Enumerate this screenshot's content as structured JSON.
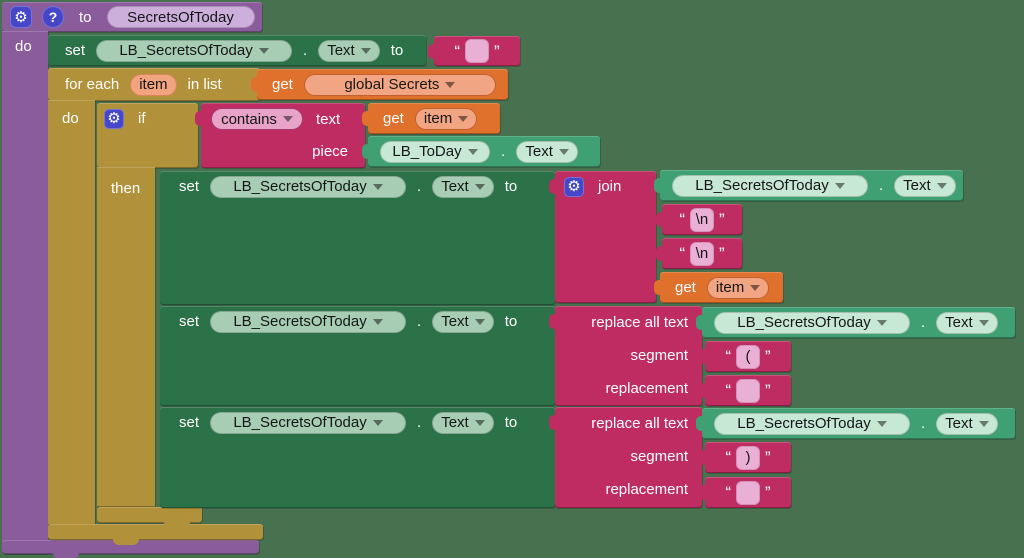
{
  "background_color": "#47714F",
  "colors": {
    "canvas": "#47714F",
    "procedure_purple": "#8A5C9B",
    "setter_green": "#2C7249",
    "getter_teal": "#3FA173",
    "control_gold": "#B2913B",
    "variable_orange": "#E0712C",
    "text_crimson": "#BE2C62",
    "mutator_indigo": "#4646C9"
  },
  "icons": {
    "gear": "⚙",
    "help": "?"
  },
  "punct": {
    "open_quote": "“",
    "close_quote": "”",
    "dot": "."
  },
  "procedure": {
    "kw": "to",
    "name": "SecretsOfToday",
    "do": "do"
  },
  "set_block": {
    "kw": "set",
    "component": "LB_SecretsOfToday",
    "property": "Text",
    "to": "to"
  },
  "foreach": {
    "kw1": "for each",
    "var": "item",
    "kw2": "in list",
    "do": "do",
    "then": "then"
  },
  "if_block": {
    "kw": "if"
  },
  "contains_block": {
    "op": "contains",
    "text_label": "text",
    "piece_label": "piece"
  },
  "get_blocks": {
    "kw": "get",
    "global_list": "global Secrets",
    "item": "item"
  },
  "today_getter": {
    "component": "LB_ToDay",
    "property": "Text"
  },
  "join_block": {
    "kw": "join"
  },
  "replace_block": {
    "text_label": "replace all text",
    "segment_label": "segment",
    "replacement_label": "replacement"
  },
  "string_values": {
    "empty": "",
    "newline": "\\n",
    "open_paren": "(",
    "close_paren": ")"
  }
}
